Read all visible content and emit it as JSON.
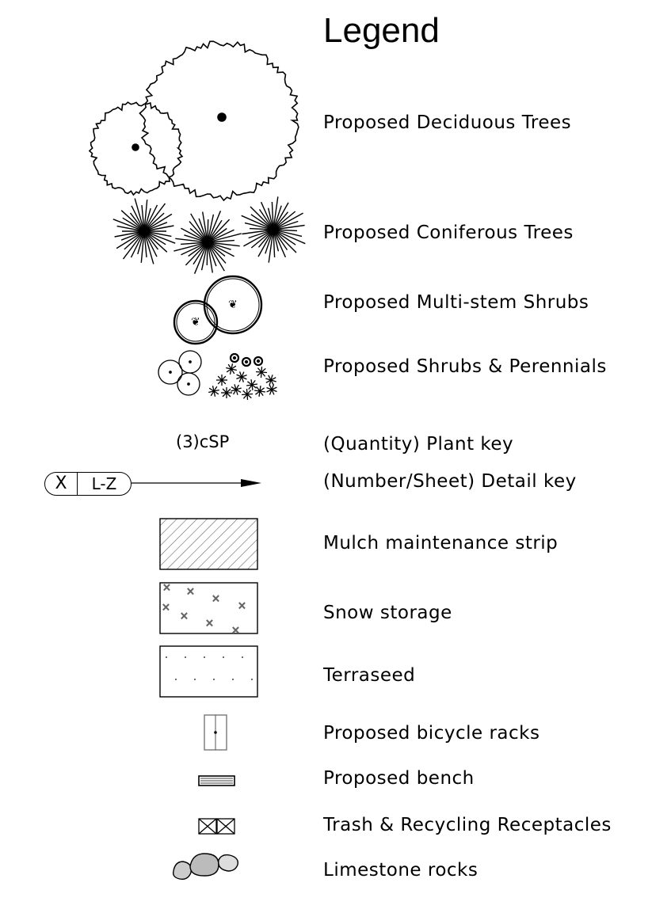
{
  "title": "Legend",
  "items": [
    {
      "label": "Proposed Deciduous Trees",
      "icon": "deciduous-tree-icon"
    },
    {
      "label": "Proposed Coniferous Trees",
      "icon": "coniferous-tree-icon"
    },
    {
      "label": "Proposed Multi-stem Shrubs",
      "icon": "multi-stem-shrub-icon"
    },
    {
      "label": "Proposed Shrubs & Perennials",
      "icon": "shrubs-perennials-icon"
    },
    {
      "label": "(Quantity) Plant key",
      "icon": "plant-key-symbol"
    },
    {
      "label": "(Number/Sheet) Detail  key",
      "icon": "detail-key-symbol"
    },
    {
      "label": "Mulch maintenance strip",
      "icon": "mulch-hatch-icon"
    },
    {
      "label": "Snow storage",
      "icon": "snow-storage-icon"
    },
    {
      "label": "Terraseed",
      "icon": "terraseed-icon"
    },
    {
      "label": "Proposed bicycle racks",
      "icon": "bicycle-rack-icon"
    },
    {
      "label": "Proposed bench",
      "icon": "bench-icon"
    },
    {
      "label": "Trash & Recycling Receptacles",
      "icon": "receptacle-icon"
    },
    {
      "label": "Limestone rocks",
      "icon": "limestone-rock-icon"
    }
  ],
  "plant_key": "(3)cSP",
  "detail_key": {
    "number": "X",
    "sheet": "L-Z"
  }
}
